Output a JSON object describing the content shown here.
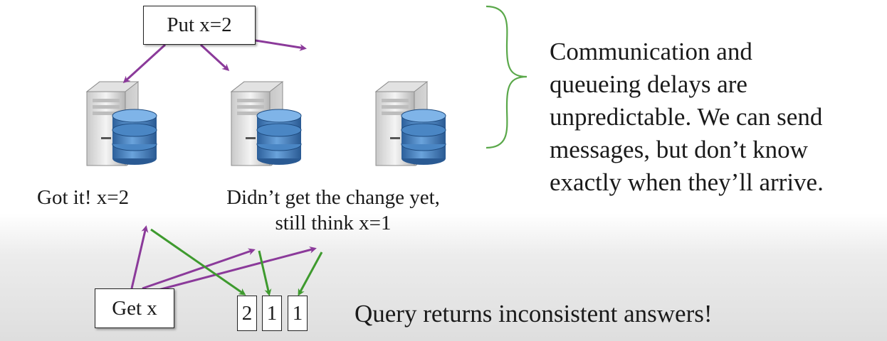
{
  "put_box": {
    "label": "Put x=2"
  },
  "get_box": {
    "label": "Get x"
  },
  "servers": [
    {
      "icon": "server-database-icon"
    },
    {
      "icon": "server-database-icon"
    },
    {
      "icon": "server-database-icon"
    }
  ],
  "server_captions": {
    "got_it": "Got it! x=2",
    "didnt_line1": "Didn’t get the change yet,",
    "didnt_line2": "still think x=1"
  },
  "explanation": {
    "lines": [
      "Communication and",
      "queueing delays are",
      "unpredictable.  We can send",
      "messages, but don’t know",
      "exactly when they’ll arrive."
    ]
  },
  "answers": [
    "2",
    "1",
    "1"
  ],
  "footer": "Query returns inconsistent answers!",
  "colors": {
    "request_arrow": "#8b3a9a",
    "response_arrow": "#3e9a2e",
    "brace": "#5aa84a",
    "db_blue": "#3f79b8"
  }
}
